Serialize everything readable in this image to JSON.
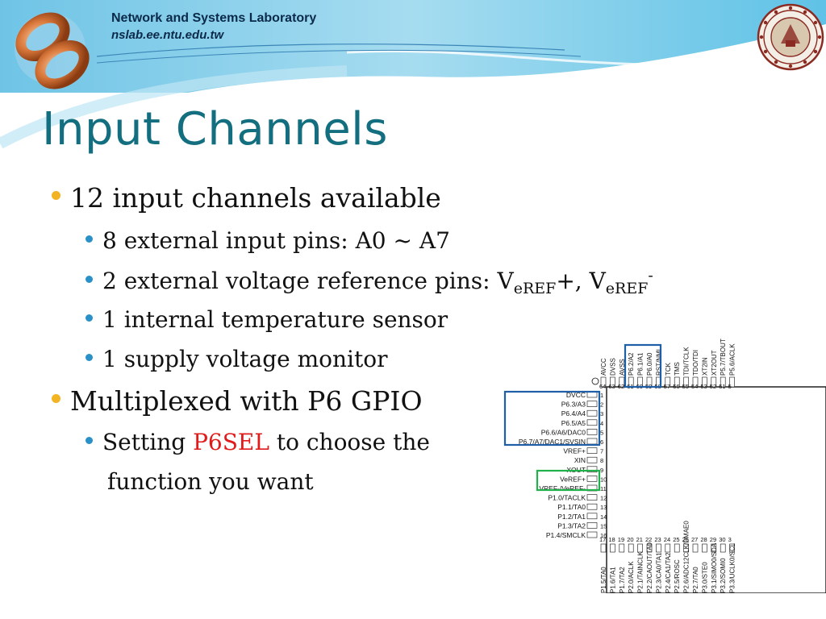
{
  "header": {
    "lab_name": "Network and Systems Laboratory",
    "lab_url": "nslab.ee.ntu.edu.tw"
  },
  "slide": {
    "title": "Input Channels",
    "bullets": [
      {
        "text": "12 input channels available"
      },
      {
        "text": "8 external input pins: A0 ~ A7"
      },
      {
        "prefix": "2 external voltage reference pins: V",
        "sub1": "eREF",
        "mid": "+, V",
        "sub2": "eREF",
        "sup2": "-"
      },
      {
        "text": "1 internal temperature sensor"
      },
      {
        "text": "1 supply voltage monitor"
      },
      {
        "text": "Multiplexed with P6 GPIO"
      },
      {
        "prefix": "Setting ",
        "highlight": "P6SEL",
        "suffix": " to choose the"
      },
      {
        "text": "function you want"
      }
    ]
  },
  "pin_diagram": {
    "top_pin_labels": [
      "AVCC",
      "DVSS",
      "AVSS",
      "P6.2/A2",
      "P6.1/A1",
      "P6.0/A0",
      "RST/NMI",
      "TCK",
      "TMS",
      "TDI/TCLK",
      "TDO/TDI",
      "XT2IN",
      "XT2OUT",
      "P5.7/TBOUTH",
      "P5.6/ACLK"
    ],
    "top_pin_numbers": [
      "64",
      "63",
      "62",
      "61",
      "60",
      "59",
      "58",
      "57",
      "56",
      "55",
      "54",
      "53",
      "52",
      "51",
      "5"
    ],
    "left_pin_labels": [
      "DVCC",
      "P6.3/A3",
      "P6.4/A4",
      "P6.5/A5",
      "P6.6/A6/DAC0",
      "P6.7/A7/DAC1/SVSIN",
      "VREF+",
      "XIN",
      "XOUT",
      "VeREF+",
      "VREF-/VeREF-",
      "P1.0/TACLK",
      "P1.1/TA0",
      "P1.2/TA1",
      "P1.3/TA2",
      "P1.4/SMCLK"
    ],
    "left_pin_numbers": [
      "1",
      "2",
      "3",
      "4",
      "5",
      "6",
      "7",
      "8",
      "9",
      "10",
      "11",
      "12",
      "13",
      "14",
      "15",
      "16"
    ],
    "bottom_pin_labels": [
      "P1.5/TA0",
      "P1.6/TA1",
      "P1.7/TA2",
      "P2.0/ACLK",
      "P2.1/TAINCLK",
      "P2.2/CAOUT/TA0",
      "P2.3/CA0/TA1",
      "P2.4/CA1/TA2",
      "P2.5/ROSC",
      "P2.6/ADC12CLK/DMAE0",
      "P2.7/TA0",
      "P3.0/STE0",
      "P3.1/SIMO0/SDA",
      "P3.2/SOMI0",
      "P3.3/UCLK0/SCL"
    ],
    "bottom_pin_numbers": [
      "17",
      "18",
      "19",
      "20",
      "21",
      "22",
      "23",
      "24",
      "25",
      "26",
      "27",
      "28",
      "29",
      "30",
      "3"
    ],
    "colors": {
      "blue_box": "#1f5fa8",
      "green_box": "#22b04a"
    }
  },
  "colors": {
    "title": "#136f7f",
    "highlight": "#e01b1b",
    "bullet_l1": "#f2b422",
    "bullet_l2": "#2a90c8"
  }
}
